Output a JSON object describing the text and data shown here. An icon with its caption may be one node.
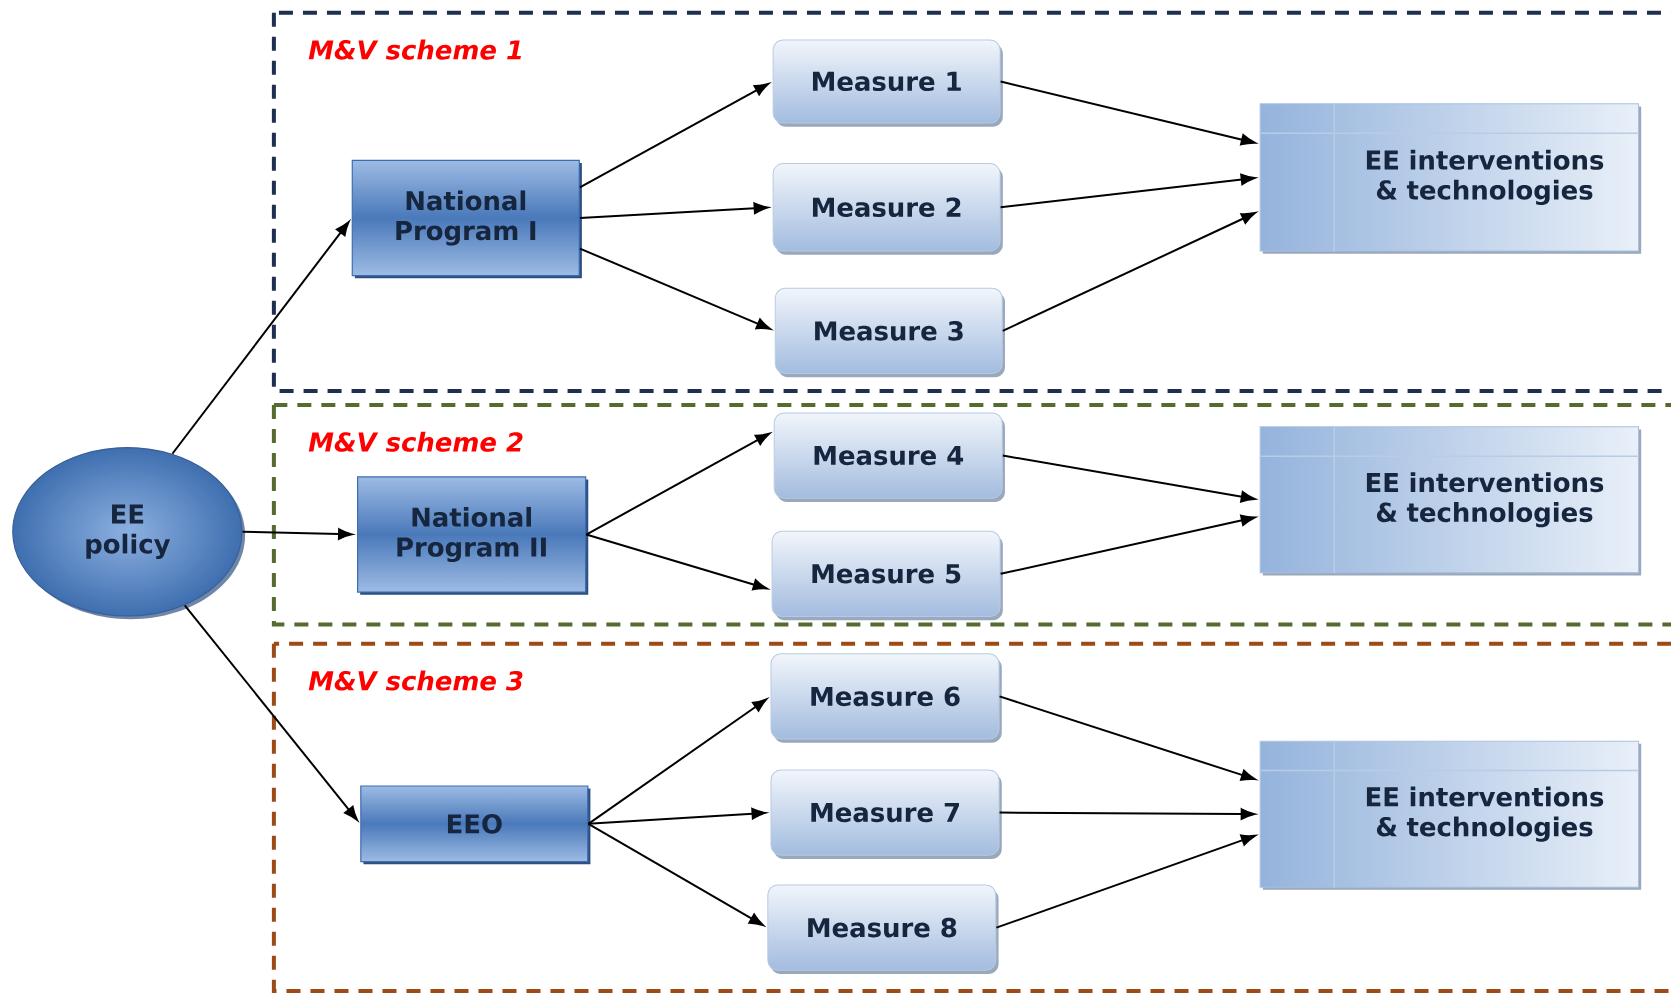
{
  "diagram": {
    "nodes": [
      {
        "text": [
          "EE policy"
        ]
      },
      {
        "text": [
          "M&V scheme 1"
        ]
      },
      {
        "text": [
          "National Program I"
        ],
        "in": 1
      },
      {
        "text": [
          "Measure 1"
        ],
        "in": 1
      },
      {
        "text": [
          "Measure 2"
        ],
        "in": 1
      },
      {
        "text": [
          "Measure 3"
        ],
        "in": 1
      },
      {
        "text": [
          "EE interventions & technologies"
        ],
        "in": 1
      },
      {
        "text": [
          "M&V scheme 2"
        ]
      },
      {
        "text": [
          "National Program II"
        ],
        "in": 7
      },
      {
        "text": [
          "Measure 4"
        ],
        "in": 7
      },
      {
        "text": [
          "Measure 5"
        ],
        "in": 7
      },
      {
        "text": [
          "EE interventions & technologies"
        ],
        "in": 7
      },
      {
        "text": [
          "M&V scheme 3"
        ]
      },
      {
        "text": [
          "EEO"
        ],
        "in": 12
      },
      {
        "text": [
          "Measure 6"
        ],
        "in": 12
      },
      {
        "text": [
          "Measure 7"
        ],
        "in": 12
      },
      {
        "text": [
          "Measure 8"
        ],
        "in": 12
      },
      {
        "text": [
          "EE interventions & technologies"
        ],
        "in": 12
      }
    ],
    "edges": [
      {
        "from": 0,
        "to": 2,
        "arrow": "to"
      },
      {
        "from": 0,
        "to": 8,
        "arrow": "to"
      },
      {
        "from": 0,
        "to": 13,
        "arrow": "to"
      },
      {
        "from": 2,
        "to": 3,
        "arrow": "to"
      },
      {
        "from": 2,
        "to": 4,
        "arrow": "to"
      },
      {
        "from": 2,
        "to": 5,
        "arrow": "to"
      },
      {
        "from": 3,
        "to": 6,
        "arrow": "to"
      },
      {
        "from": 4,
        "to": 6,
        "arrow": "to"
      },
      {
        "from": 5,
        "to": 6,
        "arrow": "to"
      },
      {
        "from": 8,
        "to": 9,
        "arrow": "to"
      },
      {
        "from": 8,
        "to": 10,
        "arrow": "to"
      },
      {
        "from": 9,
        "to": 11,
        "arrow": "to"
      },
      {
        "from": 10,
        "to": 11,
        "arrow": "to"
      },
      {
        "from": 13,
        "to": 14,
        "arrow": "to"
      },
      {
        "from": 13,
        "to": 15,
        "arrow": "to"
      },
      {
        "from": 13,
        "to": 16,
        "arrow": "to"
      },
      {
        "from": 14,
        "to": 17,
        "arrow": "to"
      },
      {
        "from": 15,
        "to": 17,
        "arrow": "to"
      },
      {
        "from": 16,
        "to": 17,
        "arrow": "to"
      }
    ]
  }
}
